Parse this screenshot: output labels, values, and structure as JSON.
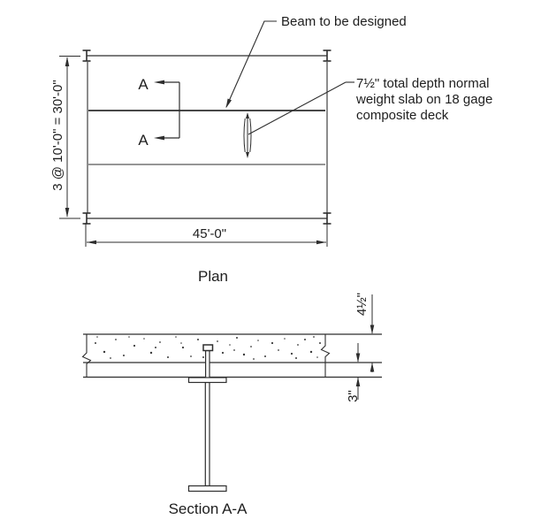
{
  "figure": {
    "plan": {
      "title": "Plan",
      "beam_callout": "Beam to be designed",
      "slab_note": {
        "line1": "7½\" total depth normal",
        "line2": "weight slab on 18 gage",
        "line3": "composite deck"
      },
      "bay_dim": "3 @ 10'-0\" = 30'-0\"",
      "span_dim": "45'-0\"",
      "section_letter": "A"
    },
    "section": {
      "title": "Section A-A",
      "topping_dim": "4½\"",
      "deck_dim": "3\""
    },
    "colors": {
      "line": "#2e2e2e",
      "text": "#1e1e1e",
      "background": "#ffffff"
    }
  }
}
